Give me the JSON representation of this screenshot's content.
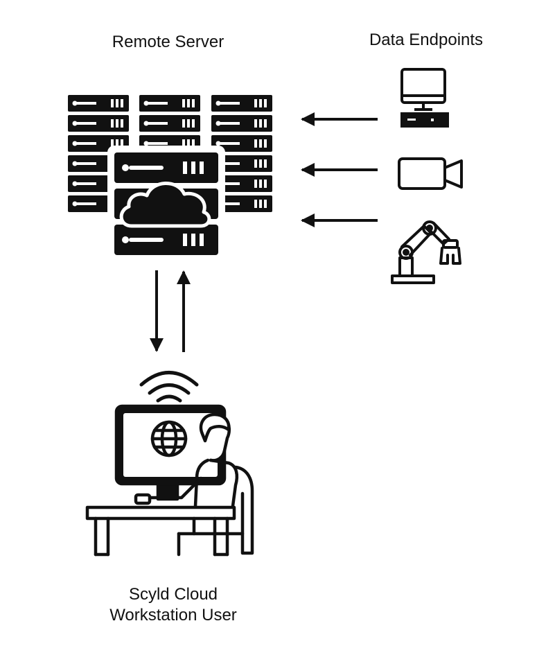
{
  "labels": {
    "remote_server": "Remote Server",
    "data_endpoints": "Data Endpoints",
    "user_line1": "Scyld Cloud",
    "user_line2": "Workstation User"
  },
  "icons": {
    "server": "server-rack-icon",
    "cloud": "cloud-icon",
    "computer": "desktop-computer-icon",
    "camera": "video-camera-icon",
    "robot": "robotic-arm-icon",
    "user": "person-at-computer-icon",
    "wifi": "wifi-icon",
    "globe": "globe-icon"
  },
  "colors": {
    "ink": "#111111",
    "background": "#ffffff"
  }
}
